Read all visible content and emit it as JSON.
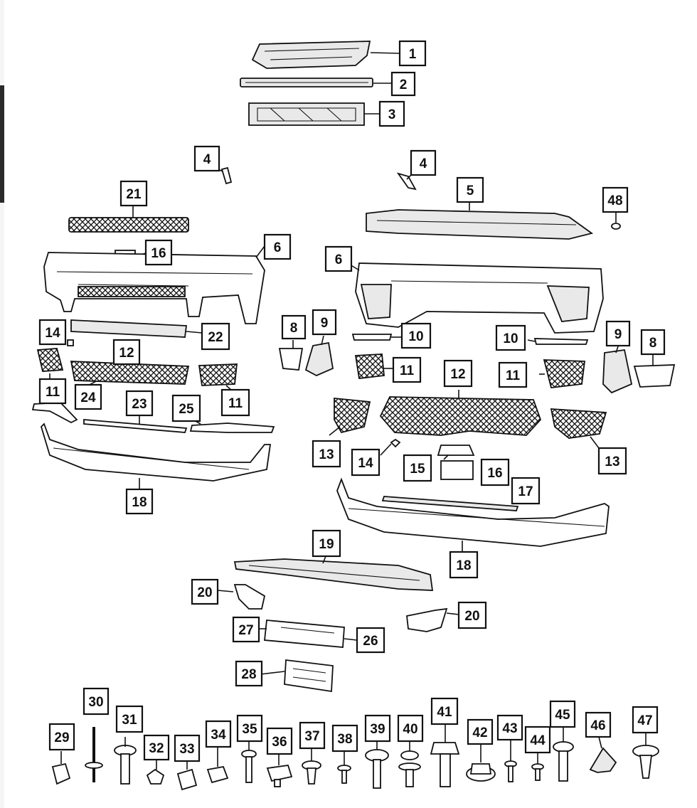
{
  "callouts": {
    "c1": "1",
    "c2": "2",
    "c3": "3",
    "c4a": "4",
    "c4b": "4",
    "c5": "5",
    "c6a": "6",
    "c6b": "6",
    "c8a": "8",
    "c8b": "8",
    "c9a": "9",
    "c9b": "9",
    "c10a": "10",
    "c10b": "10",
    "c11a": "11",
    "c11b": "11",
    "c11c": "11",
    "c11d": "11",
    "c12a": "12",
    "c12b": "12",
    "c13a": "13",
    "c13b": "13",
    "c14a": "14",
    "c14b": "14",
    "c15": "15",
    "c16a": "16",
    "c16b": "16",
    "c17": "17",
    "c18a": "18",
    "c18b": "18",
    "c19": "19",
    "c20a": "20",
    "c20b": "20",
    "c21": "21",
    "c22": "22",
    "c23": "23",
    "c24": "24",
    "c25": "25",
    "c26": "26",
    "c27": "27",
    "c28": "28",
    "c29": "29",
    "c30": "30",
    "c31": "31",
    "c32": "32",
    "c33": "33",
    "c34": "34",
    "c35": "35",
    "c36": "36",
    "c37": "37",
    "c38": "38",
    "c39": "39",
    "c40": "40",
    "c41": "41",
    "c42": "42",
    "c43": "43",
    "c44": "44",
    "c45": "45",
    "c46": "46",
    "c47": "47",
    "c48": "48"
  }
}
